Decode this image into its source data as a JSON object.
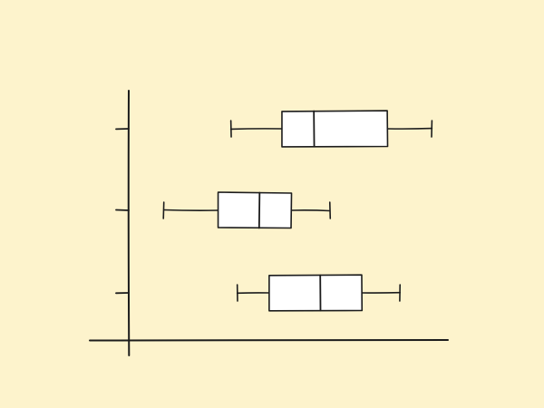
{
  "chart_data": {
    "type": "boxplot",
    "orientation": "horizontal",
    "title": "",
    "xlabel": "",
    "ylabel": "",
    "x_tick_labels_visible": false,
    "y_tick_labels_visible": false,
    "grid": false,
    "legend": "none",
    "xlim": [
      0,
      100
    ],
    "series": [
      {
        "min": 32,
        "q1": 48,
        "median": 58,
        "q3": 81,
        "max": 95
      },
      {
        "min": 11,
        "q1": 28,
        "median": 41,
        "q3": 51,
        "max": 63
      },
      {
        "min": 34,
        "q1": 44,
        "median": 60,
        "q3": 73,
        "max": 85
      }
    ]
  },
  "colors": {
    "background": "#fdf3cc",
    "ink": "#1c1c1c",
    "box_fill": "#ffffff"
  }
}
